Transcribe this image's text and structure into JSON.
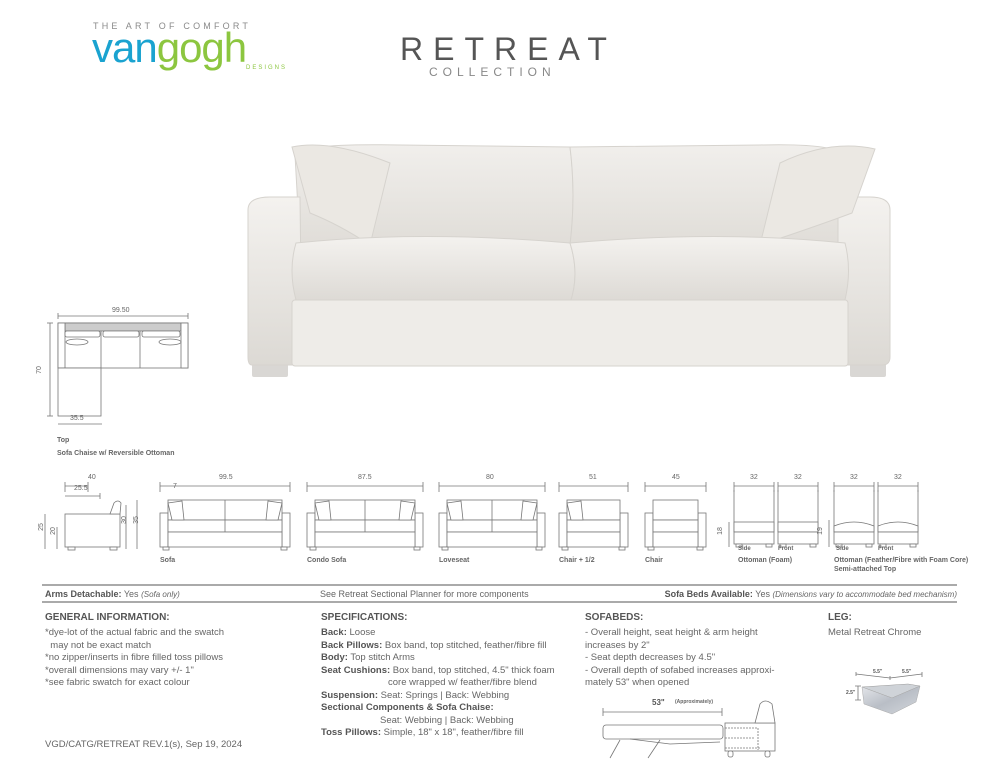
{
  "brand": {
    "tagline": "THE ART OF COMFORT",
    "logo_part1": "van",
    "logo_part2": "gogh",
    "logo_suffix": "DESIGNS",
    "colors": {
      "blue": "#1aa3d0",
      "green": "#8cc63f"
    }
  },
  "header": {
    "title": "RETREAT",
    "subtitle": "COLLECTION"
  },
  "top_view": {
    "width": "99.50",
    "depth": "70",
    "chaise_width": "35.5",
    "label1": "Top",
    "label2": "Sofa Chaise w/ Reversible Ottoman"
  },
  "side_view": {
    "depth": "40",
    "seat_depth": "25.5",
    "arm_height": "25",
    "seat_height": "20",
    "back_height": "30",
    "overall_height": "35"
  },
  "elevations": [
    {
      "name": "Sofa",
      "width": "99.5",
      "arm": "7"
    },
    {
      "name": "Condo Sofa",
      "width": "87.5"
    },
    {
      "name": "Loveseat",
      "width": "80"
    },
    {
      "name": "Chair + 1/2",
      "width": "51"
    },
    {
      "name": "Chair",
      "width": "45"
    }
  ],
  "ottomans": [
    {
      "name": "Ottoman (Foam)",
      "name2": "",
      "side_w": "32",
      "front_w": "32",
      "height": "18",
      "side_label": "Side",
      "front_label": "Front"
    },
    {
      "name": "Ottoman (Feather/Fibre with Foam Core)",
      "name2": "Semi-attached Top",
      "side_w": "32",
      "front_w": "32",
      "height": "19",
      "side_label": "Side",
      "front_label": "Front"
    }
  ],
  "info_bar": {
    "arms_label": "Arms Detachable:",
    "arms_value": "Yes",
    "arms_note": "(Sofa only)",
    "planner": "See Retreat  Sectional Planner for more components",
    "beds_label": "Sofa Beds Available:",
    "beds_value": "Yes",
    "beds_note": "(Dimensions vary to accommodate bed mechanism)"
  },
  "general": {
    "heading": "GENERAL INFORMATION:",
    "lines": [
      "*dye-lot of the actual fabric and the swatch",
      "  may not be exact match",
      "*no zipper/inserts in fibre filled toss pillows",
      "*overall dimensions may vary +/- 1\"",
      "*see fabric swatch for exact colour"
    ]
  },
  "specs": {
    "heading": "SPECIFICATIONS:",
    "items": [
      {
        "label": "Back:",
        "value": "Loose"
      },
      {
        "label": "Back Pillows:",
        "value": "Box band, top stitched, feather/fibre fill"
      },
      {
        "label": "Body:",
        "value": "Top stitch Arms"
      },
      {
        "label": "Seat Cushions:",
        "value": "Box band, top stitched,  4.5\" thick foam",
        "value2": "core wrapped w/ feather/fibre blend"
      },
      {
        "label": "Suspension:",
        "value": "Seat: Springs  |  Back: Webbing"
      },
      {
        "label": "Sectional Components & Sofa Chaise:",
        "value": "",
        "value2": "Seat: Webbing  |  Back: Webbing"
      },
      {
        "label": "Toss Pillows:",
        "value": "Simple, 18\" x 18\", feather/fibre fill"
      }
    ]
  },
  "sofabeds": {
    "heading": "SOFABEDS:",
    "lines": [
      "- Overall height, seat height & arm height",
      "increases by 2\"",
      "- Seat depth decreases by 4.5\"",
      "- Overall depth of sofabed increases approxi-",
      "mately 53\" when opened"
    ],
    "diagram_dim": "53\"",
    "diagram_note": "(Approximately)"
  },
  "leg": {
    "heading": "LEG:",
    "value": "Metal Retreat Chrome",
    "dim_a": "5.5\"",
    "dim_b": "5.5\"",
    "dim_h": "2.5\""
  },
  "footer": {
    "doc_ref": "VGD/CATG/RETREAT REV.1(s), Sep 19, 2024"
  }
}
